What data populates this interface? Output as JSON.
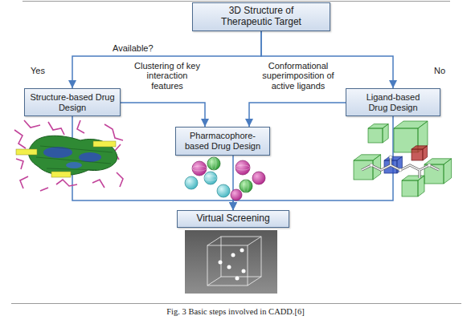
{
  "diagram": {
    "caption": "Fig. 3 Basic steps involved in CADD.[6]",
    "nodes": [
      {
        "text": [
          "3D Structure of Therapeutic Target"
        ]
      },
      {
        "text": [
          "Structure-based Drug Design"
        ]
      },
      {
        "text": [
          "Ligand-based Drug Design"
        ]
      },
      {
        "text": [
          "Pharmacophore-based Drug Design"
        ]
      },
      {
        "text": [
          "Virtual Screening"
        ]
      }
    ],
    "edges": [
      {
        "from": 0,
        "to": 1,
        "arrow": "to",
        "label": "Yes"
      },
      {
        "from": 0,
        "to": 2,
        "arrow": "to",
        "label": "No"
      },
      {
        "from": 1,
        "to": 3,
        "arrow": "to",
        "label": "Clustering of key interaction features"
      },
      {
        "from": 2,
        "to": 3,
        "arrow": "to",
        "label": "Conformational superimposition of active ligands"
      },
      {
        "from": 1,
        "to": 4,
        "arrow": "to"
      },
      {
        "from": 3,
        "to": 4,
        "arrow": "to"
      },
      {
        "from": 2,
        "to": 4,
        "arrow": "to"
      }
    ],
    "labels": [
      "Available?"
    ]
  }
}
